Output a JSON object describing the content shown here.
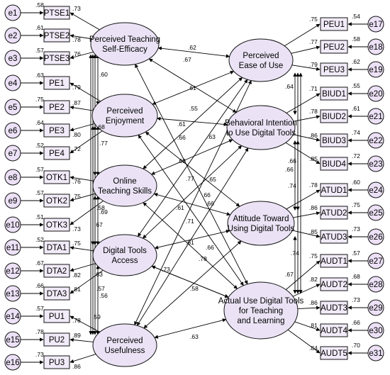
{
  "latents": [
    {
      "id": "pt",
      "lines": [
        "Perceived Teaching",
        "Self-Efficacy"
      ]
    },
    {
      "id": "pe",
      "lines": [
        "Perceived",
        "Enjoyment"
      ]
    },
    {
      "id": "ot",
      "lines": [
        "Online",
        "Teaching Skills"
      ]
    },
    {
      "id": "dt",
      "lines": [
        "Digital Tools",
        "Access"
      ]
    },
    {
      "id": "pu",
      "lines": [
        "Perceived",
        "Usefulness"
      ]
    },
    {
      "id": "peu",
      "lines": [
        "Perceived",
        "Ease of Use"
      ]
    },
    {
      "id": "bi",
      "lines": [
        "Behavioral Intention",
        "to Use Digital Tools"
      ]
    },
    {
      "id": "at",
      "lines": [
        "Attitude Toward",
        "Using Digital Tools"
      ]
    },
    {
      "id": "au",
      "lines": [
        "Actual Use Digital Tools",
        "for Teaching",
        "and Learning"
      ]
    }
  ],
  "left_indicators": [
    {
      "label": "PTSE1",
      "error": "e1",
      "r2": ".58",
      "loading": ".73"
    },
    {
      "label": "PTSE2",
      "error": "e2",
      "r2": ".61",
      "loading": ".78"
    },
    {
      "label": "PTSE3",
      "error": "e3",
      "r2": ".57",
      "loading": ".76"
    },
    {
      "label": "PE1",
      "error": "e4",
      "r2": ".63",
      "loading": ".79"
    },
    {
      "label": "PE2",
      "error": "e5",
      "r2": ".75",
      "loading": ".87"
    },
    {
      "label": "PE3",
      "error": "e6",
      "r2": ".64",
      "loading": ".80"
    },
    {
      "label": "PE4",
      "error": "e7",
      "r2": ".52",
      "loading": ".72"
    },
    {
      "label": "OTK1",
      "error": "e8",
      "r2": ".57",
      "loading": ".76"
    },
    {
      "label": "OTK2",
      "error": "e9",
      "r2": ".57",
      "loading": ".75"
    },
    {
      "label": "OTK3",
      "error": "e10",
      "r2": ".51",
      "loading": ".73"
    },
    {
      "label": "DTA1",
      "error": "e11",
      "r2": ".52",
      "loading": ".75"
    },
    {
      "label": "DTA2",
      "error": "e12",
      "r2": ".67",
      "loading": ".82"
    },
    {
      "label": "DTA3",
      "error": "e13",
      "r2": ".66",
      "loading": ".81"
    },
    {
      "label": "PU1",
      "error": "e14",
      "r2": ".57",
      "loading": ".78"
    },
    {
      "label": "PU2",
      "error": "e15",
      "r2": ".78",
      "loading": ".89"
    },
    {
      "label": "PU3",
      "error": "e16",
      "r2": ".73",
      "loading": ".86"
    }
  ],
  "right_indicators": [
    {
      "label": "PEU1",
      "error": "e17",
      "r2": ".54",
      "loading": ".75"
    },
    {
      "label": "PEU2",
      "error": "e18",
      "r2": ".58",
      "loading": ".77"
    },
    {
      "label": "PEU3",
      "error": "e19",
      "r2": ".62",
      "loading": ".79"
    },
    {
      "label": "BIUD1",
      "error": "e20",
      "r2": ".55",
      "loading": ".71"
    },
    {
      "label": "BIUD2",
      "error": "e21",
      "r2": ".61",
      "loading": ".78"
    },
    {
      "label": "BIUD3",
      "error": "e22",
      "r2": ".74",
      "loading": ".86"
    },
    {
      "label": "BIUD4",
      "error": "e23",
      "r2": ".72",
      "loading": ".85"
    },
    {
      "label": "ATUD1",
      "error": "e24",
      "r2": ".60",
      "loading": ".78"
    },
    {
      "label": "ATUD2",
      "error": "e25",
      "r2": ".75",
      "loading": ".86"
    },
    {
      "label": "ATUD3",
      "error": "e26",
      "r2": ".73",
      "loading": ".85"
    },
    {
      "label": "AUDT1",
      "error": "e27",
      "r2": ".57",
      "loading": ".75"
    },
    {
      "label": "AUDT2",
      "error": "e28",
      "r2": ".68",
      "loading": ".82"
    },
    {
      "label": "AUDT3",
      "error": "e29",
      "r2": ".73",
      "loading": ".86"
    },
    {
      "label": "AUDT4",
      "error": "e30",
      "r2": ".66",
      "loading": ".81"
    },
    {
      "label": "AUDT5",
      "error": "e31",
      "r2": ".70",
      "loading": ".84"
    }
  ],
  "left_cov_labels": [
    ".60",
    ".77",
    ".68",
    ".69",
    ".58",
    ".67",
    ".56",
    ".57",
    ".63",
    ".59"
  ],
  "right_cov_labels": [
    ".64",
    ".66",
    ".66",
    ".67",
    ".74",
    ".74"
  ],
  "cross_labels": [
    ".62",
    ".67",
    ".61",
    ".55",
    ".61",
    ".66",
    ".63",
    ".69",
    ".77",
    ".65",
    ".66",
    ".61",
    ".71",
    ".66",
    ".61",
    ".66",
    ".78",
    ".73",
    ".58",
    ".63"
  ]
}
